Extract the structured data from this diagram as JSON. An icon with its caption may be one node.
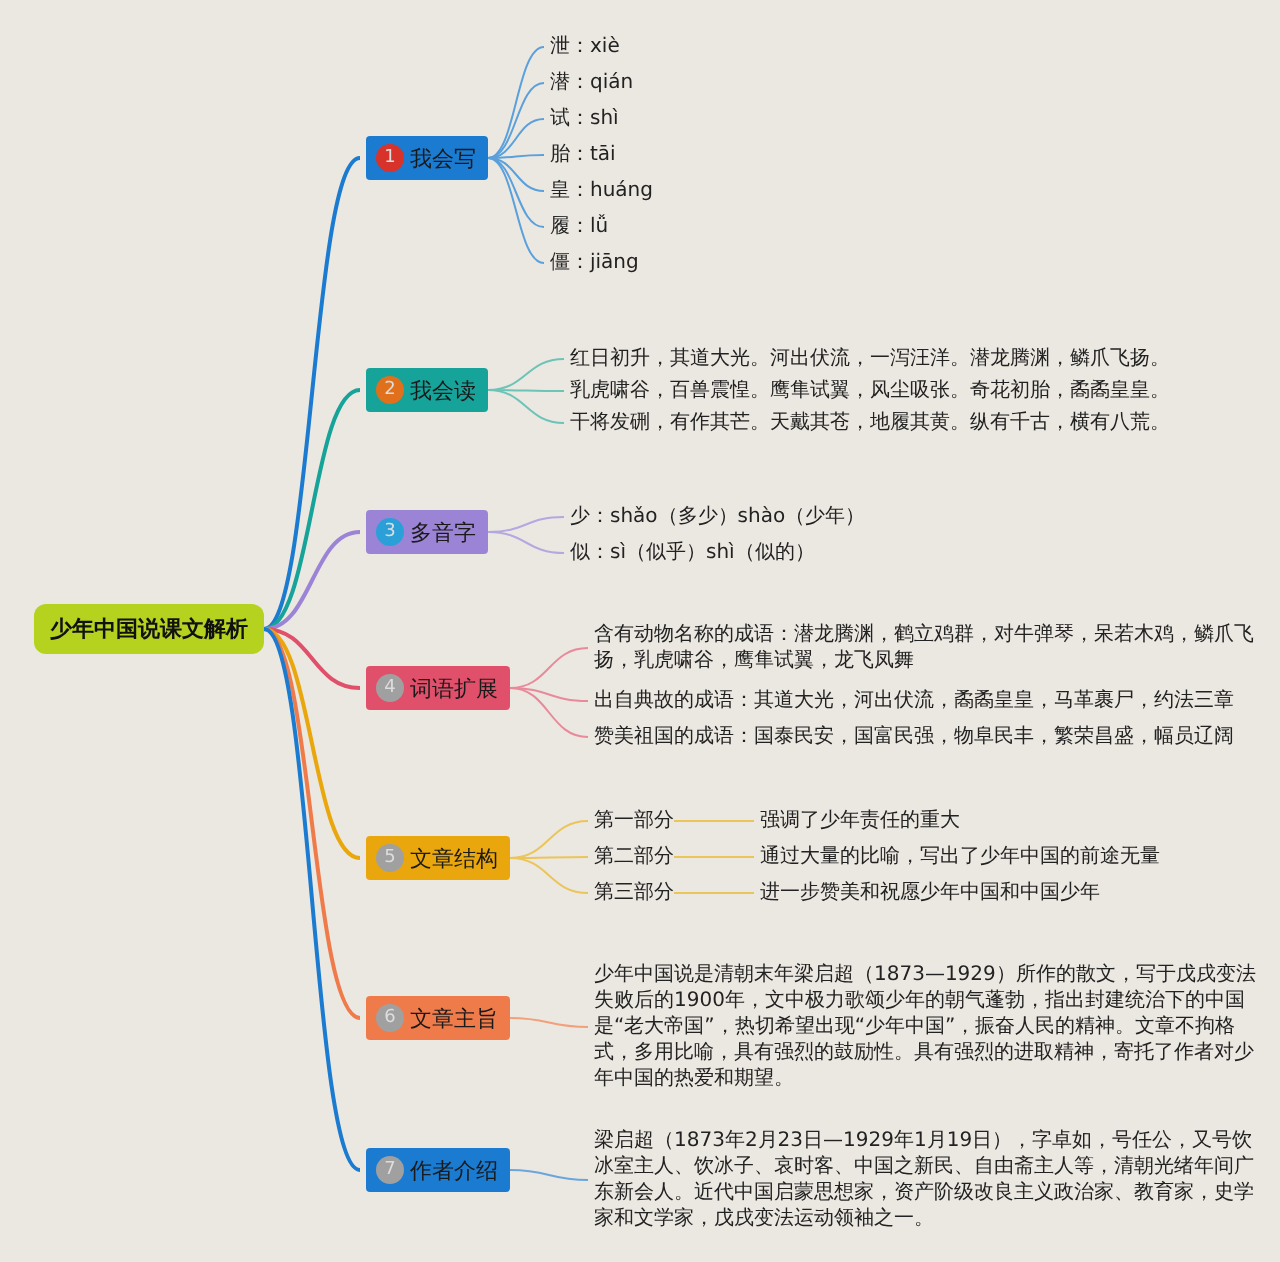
{
  "diagram": {
    "nodes": [
      {
        "text": [
          "少年中国说课文解析"
        ]
      },
      {
        "text": [
          "1",
          "我会写"
        ]
      },
      {
        "text": [
          "泄：xiè"
        ]
      },
      {
        "text": [
          "潜：qián"
        ]
      },
      {
        "text": [
          "试：shì"
        ]
      },
      {
        "text": [
          "胎：tāi"
        ]
      },
      {
        "text": [
          "皇：huáng"
        ]
      },
      {
        "text": [
          "履：lǚ"
        ]
      },
      {
        "text": [
          "僵：jiāng"
        ]
      },
      {
        "text": [
          "2",
          "我会读"
        ]
      },
      {
        "text": [
          "红日初升，其道大光。河出伏流，一泻汪洋。潜龙腾渊，鳞爪飞扬。"
        ]
      },
      {
        "text": [
          "乳虎啸谷，百兽震惶。鹰隼试翼，风尘吸张。奇花初胎，矞矞皇皇。"
        ]
      },
      {
        "text": [
          "干将发硎，有作其芒。天戴其苍，地履其黄。纵有千古，横有八荒。"
        ]
      },
      {
        "text": [
          "3",
          "多音字"
        ]
      },
      {
        "text": [
          "少：shǎo（多少）shào（少年）"
        ]
      },
      {
        "text": [
          "似：sì（似乎）shì（似的）"
        ]
      },
      {
        "text": [
          "4",
          "词语扩展"
        ]
      },
      {
        "text": [
          "含有动物名称的成语：潜龙腾渊，鹤立鸡群，对牛弹琴，呆若木鸡，鳞爪飞扬，乳虎啸谷，鹰隼试翼，龙飞凤舞"
        ]
      },
      {
        "text": [
          "出自典故的成语：其道大光，河出伏流，矞矞皇皇，马革裹尸，约法三章"
        ]
      },
      {
        "text": [
          "赞美祖国的成语：国泰民安，国富民强，物阜民丰，繁荣昌盛，幅员辽阔"
        ]
      },
      {
        "text": [
          "5",
          "文章结构"
        ]
      },
      {
        "text": [
          "第一部分"
        ]
      },
      {
        "text": [
          "强调了少年责任的重大"
        ]
      },
      {
        "text": [
          "第二部分"
        ]
      },
      {
        "text": [
          "通过大量的比喻，写出了少年中国的前途无量"
        ]
      },
      {
        "text": [
          "第三部分"
        ]
      },
      {
        "text": [
          "进一步赞美和祝愿少年中国和中国少年"
        ]
      },
      {
        "text": [
          "6",
          "文章主旨"
        ]
      },
      {
        "text": [
          "少年中国说是清朝末年梁启超（1873—1929）所作的散文，写于戊戌变法失败后的1900年，文中极力歌颂少年的朝气蓬勃，指出封建统治下的中国是“老大帝国”，热切希望出现“少年中国”，振奋人民的精神。文章不拘格式，多用比喻，具有强烈的鼓励性。具有强烈的进取精神，寄托了作者对少年中国的热爱和期望。"
        ]
      },
      {
        "text": [
          "7",
          "作者介绍"
        ]
      },
      {
        "text": [
          "梁启超（1873年2月23日—1929年1月19日），字卓如，号任公，又号饮冰室主人、饮冰子、哀时客、中国之新民、自由斋主人等，清朝光绪年间广东新会人。近代中国启蒙思想家，资产阶级改良主义政治家、教育家，史学家和文学家，戊戌变法运动领袖之一。"
        ]
      }
    ],
    "edges": [
      {
        "from": 0,
        "to": 1,
        "arrow": "none",
        "color": "#1a7bd0"
      },
      {
        "from": 0,
        "to": 9,
        "arrow": "none",
        "color": "#16a39a"
      },
      {
        "from": 0,
        "to": 13,
        "arrow": "none",
        "color": "#9b84d6"
      },
      {
        "from": 0,
        "to": 16,
        "arrow": "none",
        "color": "#e0506a"
      },
      {
        "from": 0,
        "to": 20,
        "arrow": "none",
        "color": "#e9a70d"
      },
      {
        "from": 0,
        "to": 27,
        "arrow": "none",
        "color": "#f07b4a"
      },
      {
        "from": 0,
        "to": 29,
        "arrow": "none",
        "color": "#1a7bd0"
      },
      {
        "from": 1,
        "to": 2,
        "arrow": "none",
        "color": "#5aa0dc"
      },
      {
        "from": 1,
        "to": 3,
        "arrow": "none",
        "color": "#5aa0dc"
      },
      {
        "from": 1,
        "to": 4,
        "arrow": "none",
        "color": "#5aa0dc"
      },
      {
        "from": 1,
        "to": 5,
        "arrow": "none",
        "color": "#5aa0dc"
      },
      {
        "from": 1,
        "to": 6,
        "arrow": "none",
        "color": "#5aa0dc"
      },
      {
        "from": 1,
        "to": 7,
        "arrow": "none",
        "color": "#5aa0dc"
      },
      {
        "from": 1,
        "to": 8,
        "arrow": "none",
        "color": "#5aa0dc"
      },
      {
        "from": 9,
        "to": 10,
        "arrow": "none",
        "color": "#6cc3b8"
      },
      {
        "from": 9,
        "to": 11,
        "arrow": "none",
        "color": "#6cc3b8"
      },
      {
        "from": 9,
        "to": 12,
        "arrow": "none",
        "color": "#6cc3b8"
      },
      {
        "from": 13,
        "to": 14,
        "arrow": "none",
        "color": "#b5a7e0"
      },
      {
        "from": 13,
        "to": 15,
        "arrow": "none",
        "color": "#b5a7e0"
      },
      {
        "from": 16,
        "to": 17,
        "arrow": "none",
        "color": "#e88a9a"
      },
      {
        "from": 16,
        "to": 18,
        "arrow": "none",
        "color": "#e88a9a"
      },
      {
        "from": 16,
        "to": 19,
        "arrow": "none",
        "color": "#e88a9a"
      },
      {
        "from": 20,
        "to": 21,
        "arrow": "none",
        "color": "#ecc55a"
      },
      {
        "from": 20,
        "to": 23,
        "arrow": "none",
        "color": "#ecc55a"
      },
      {
        "from": 20,
        "to": 25,
        "arrow": "none",
        "color": "#ecc55a"
      },
      {
        "from": 21,
        "to": 22,
        "arrow": "none",
        "color": "#ecc55a"
      },
      {
        "from": 23,
        "to": 24,
        "arrow": "none",
        "color": "#ecc55a"
      },
      {
        "from": 25,
        "to": 26,
        "arrow": "none",
        "color": "#ecc55a"
      },
      {
        "from": 27,
        "to": 28,
        "arrow": "none",
        "color": "#f2a07c"
      },
      {
        "from": 29,
        "to": 30,
        "arrow": "none",
        "color": "#6aa6dc"
      }
    ]
  }
}
